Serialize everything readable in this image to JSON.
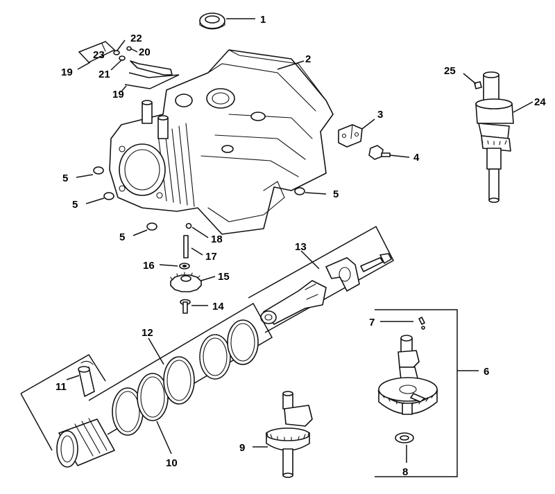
{
  "callouts": [
    {
      "id": "1",
      "label": "1"
    },
    {
      "id": "2",
      "label": "2"
    },
    {
      "id": "3",
      "label": "3"
    },
    {
      "id": "4",
      "label": "4"
    },
    {
      "id": "5a",
      "label": "5"
    },
    {
      "id": "5b",
      "label": "5"
    },
    {
      "id": "5c",
      "label": "5"
    },
    {
      "id": "5d",
      "label": "5"
    },
    {
      "id": "6",
      "label": "6"
    },
    {
      "id": "7",
      "label": "7"
    },
    {
      "id": "8",
      "label": "8"
    },
    {
      "id": "9",
      "label": "9"
    },
    {
      "id": "10",
      "label": "10"
    },
    {
      "id": "11",
      "label": "11"
    },
    {
      "id": "12",
      "label": "12"
    },
    {
      "id": "13",
      "label": "13"
    },
    {
      "id": "14",
      "label": "14"
    },
    {
      "id": "15",
      "label": "15"
    },
    {
      "id": "16",
      "label": "16"
    },
    {
      "id": "17",
      "label": "17"
    },
    {
      "id": "18",
      "label": "18"
    },
    {
      "id": "19a",
      "label": "19"
    },
    {
      "id": "19b",
      "label": "19"
    },
    {
      "id": "20",
      "label": "20"
    },
    {
      "id": "21",
      "label": "21"
    },
    {
      "id": "22",
      "label": "22"
    },
    {
      "id": "23",
      "label": "23"
    },
    {
      "id": "24",
      "label": "24"
    },
    {
      "id": "25",
      "label": "25"
    }
  ]
}
